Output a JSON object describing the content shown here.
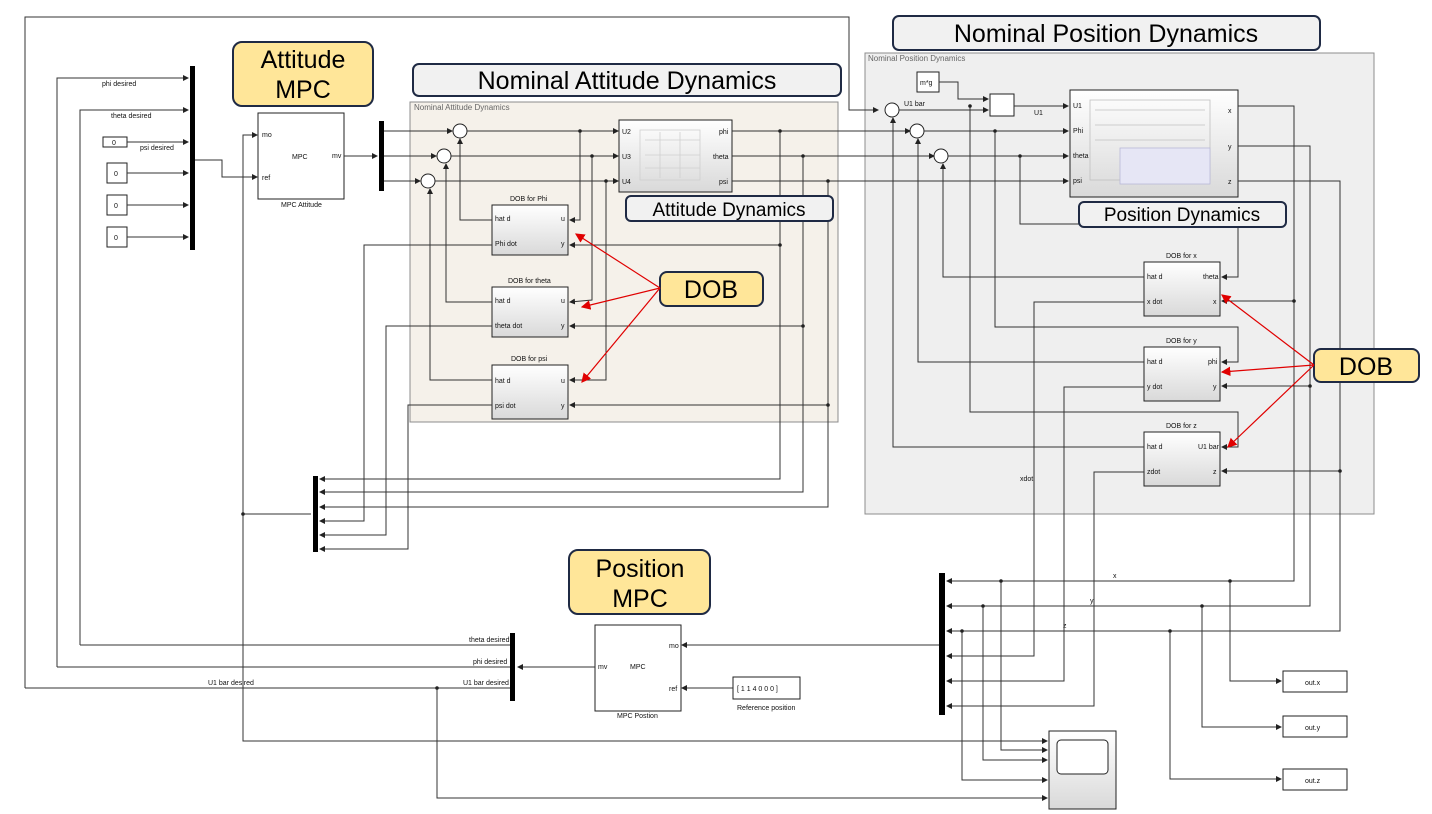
{
  "callouts": {
    "attitude_mpc": [
      "Attitude",
      "MPC"
    ],
    "nominal_attitude": "Nominal Attitude Dynamics",
    "attitude_dynamics": "Attitude Dynamics",
    "nominal_position": "Nominal Position Dynamics",
    "position_dynamics": "Position Dynamics",
    "dob_left": "DOB",
    "dob_right": "DOB",
    "position_mpc": [
      "Position",
      "MPC"
    ]
  },
  "subsystems": {
    "attitude_header": "Nominal Attitude Dynamics",
    "position_header": "Nominal Position Dynamics"
  },
  "mpc_attitude": {
    "title": "MPC",
    "in1": "mo",
    "in2": "ref",
    "out": "mv",
    "caption": "MPC Attitude"
  },
  "mpc_position": {
    "title": "MPC",
    "in_left": "mv",
    "out1": "mo",
    "out2": "ref",
    "caption": "MPC Postion"
  },
  "attitude_inputs": {
    "phi_desired": "phi desired",
    "theta_desired": "theta desired",
    "psi_desired": "psi desired",
    "constants": [
      "0",
      "0",
      "0",
      "0"
    ]
  },
  "attitude_dyn": {
    "in": [
      "U2",
      "U3",
      "U4"
    ],
    "out": [
      "phi",
      "theta",
      "psi"
    ]
  },
  "dob_att": [
    {
      "title": "DOB for Phi",
      "in1": "hat d",
      "in2": "Phi dot",
      "out1": "u",
      "out2": "y"
    },
    {
      "title": "DOB for theta",
      "in1": "hat d",
      "in2": "theta dot",
      "out1": "u",
      "out2": "y"
    },
    {
      "title": "DOB for psi",
      "in1": "hat d",
      "in2": "psi dot",
      "out1": "u",
      "out2": "y"
    }
  ],
  "position_const": "m*g",
  "position_sig": {
    "u1bar": "U1 bar",
    "u1": "U1"
  },
  "position_dyn": {
    "in": [
      "U1",
      "Phi",
      "theta",
      "psi"
    ],
    "out": [
      "x",
      "y",
      "z"
    ]
  },
  "dob_pos": [
    {
      "title": "DOB for x",
      "in1": "hat d",
      "in2": "x dot",
      "out1": "theta",
      "out2": "x"
    },
    {
      "title": "DOB for y",
      "in1": "hat d",
      "in2": "y dot",
      "out1": "phi",
      "out2": "y"
    },
    {
      "title": "DOB for z",
      "in1": "hat d",
      "in2": "zdot",
      "out1": "U1 bar",
      "out2": "z"
    }
  ],
  "demux_signals": {
    "theta_desired": "theta desired",
    "phi_desired": "phi desired",
    "u1bar_desired": "U1 bar desired",
    "u1bar_desired_left": "U1 bar desired"
  },
  "bus_labels": {
    "x": "x",
    "y": "y",
    "z": "z",
    "xdot": "xdot"
  },
  "reference": {
    "value": "[ 1  1  4  0  0  0 ]",
    "caption": "Reference position"
  },
  "outputs": [
    "out.x",
    "out.y",
    "out.z"
  ]
}
